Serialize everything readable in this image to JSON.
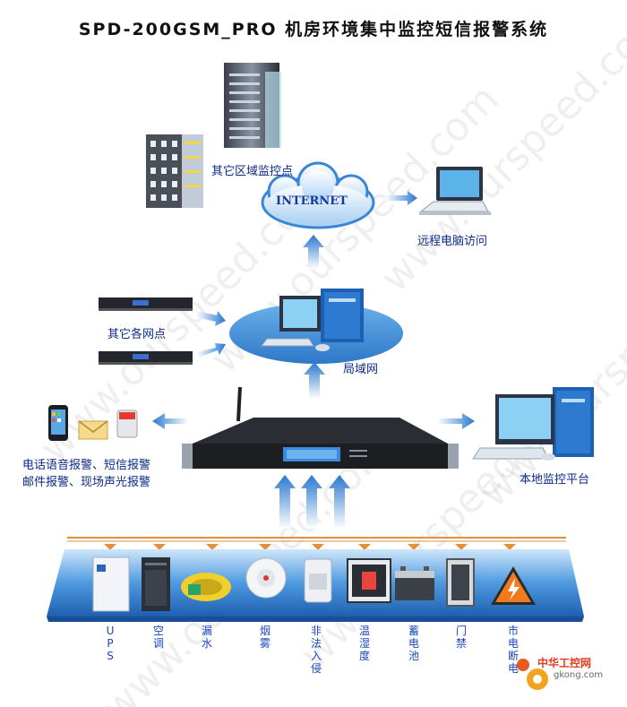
{
  "title": "SPD-200GSM_PRO 机房环境集中监控短信报警系统",
  "labels": {
    "other_area": "其它区域监控点",
    "internet": "INTERNET",
    "remote_pc": "远程电脑访问",
    "other_nodes": "其它各网点",
    "lan": "局域网",
    "alarm_line1": "电话语音报警、短信报警",
    "alarm_line2": "邮件报警、现场声光报警",
    "local_platform": "本地监控平台"
  },
  "sensors": [
    {
      "name": "UPS",
      "label": "UPS"
    },
    {
      "name": "air-conditioner",
      "label": "空调"
    },
    {
      "name": "water-leak",
      "label": "漏水"
    },
    {
      "name": "smoke",
      "label": "烟雾"
    },
    {
      "name": "intrusion",
      "label": "非法入侵"
    },
    {
      "name": "temperature-humidity",
      "label": "温湿度"
    },
    {
      "name": "battery",
      "label": "蓄电池"
    },
    {
      "name": "door",
      "label": "门禁"
    },
    {
      "name": "mains-power",
      "label": "市电断电"
    }
  ],
  "watermark": "www.ourspeed.com",
  "logo": {
    "text": "中华工控网",
    "sub": "gkong.com"
  },
  "colors": {
    "accent": "#1a4fc4",
    "platform": "#3a8bd8",
    "arrow": "#2d7ad0"
  }
}
